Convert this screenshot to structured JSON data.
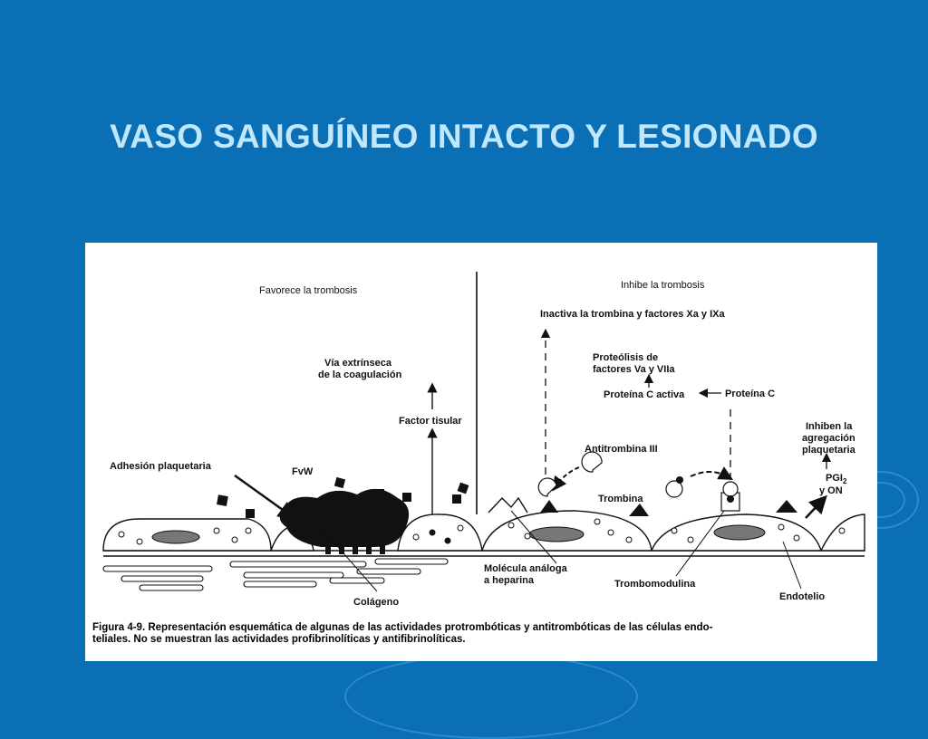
{
  "slide": {
    "title": "VASO SANGUÍNEO INTACTO Y LESIONADO",
    "background_color": "#0a6fb4",
    "title_color": "#bfe8ff"
  },
  "figure": {
    "left_header": "Favorece la trombosis",
    "right_header": "Inhibe la trombosis",
    "labels": {
      "extrinsic_line1": "Vía extrínseca",
      "extrinsic_line2": "de la coagulación",
      "tissue_factor": "Factor tisular",
      "platelet_adhesion": "Adhesión plaquetaria",
      "fvw": "FvW",
      "inactivates": "Inactiva la trombina y factores Xa y IXa",
      "proteolysis_line1": "Proteólisis de",
      "proteolysis_line2": "factores Va y VIIa",
      "protein_c_active": "Proteína C activa",
      "protein_c": "Proteína C",
      "antithrombin": "Antitrombina III",
      "thrombin": "Trombina",
      "inhibit_line1": "Inhiben la",
      "inhibit_line2": "agregación",
      "inhibit_line3": "plaquetaria",
      "pgi_base": "PGI",
      "pgi_sub": "2",
      "no": "y ON",
      "heparin_line1": "Molécula análoga",
      "heparin_line2": "a heparina",
      "thrombomodulin": "Trombomodulina",
      "endothelium": "Endotelio",
      "collagen": "Colágeno"
    },
    "caption_line1": "Figura 4-9.  Representación esquemática de algunas de las actividades protrombóticas y antitrombóticas de las células endo-",
    "caption_line2": "teliales. No se muestran las actividades profibrinolíticas y antifibrinolíticas."
  }
}
